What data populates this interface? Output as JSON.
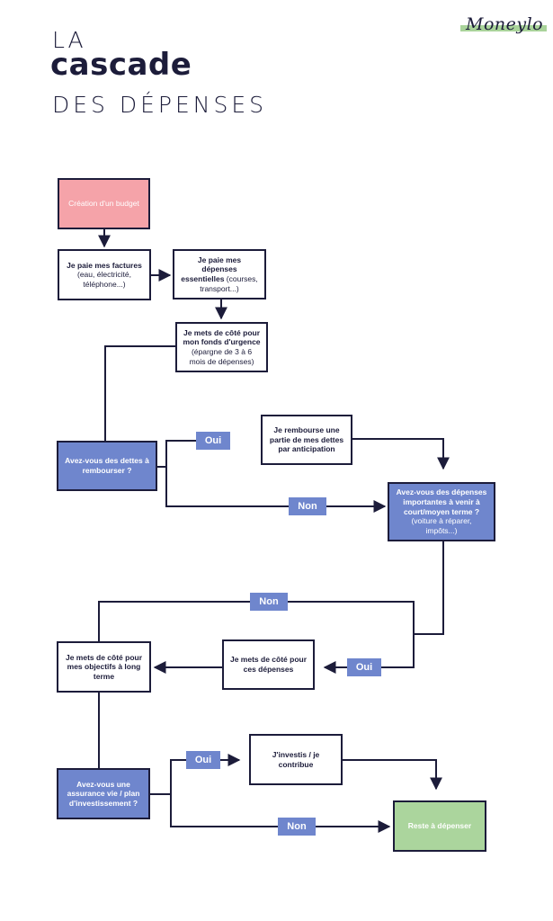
{
  "header": {
    "title_line1": "LA",
    "title_line2": "cascade",
    "title_line3": "DES DÉPENSES",
    "logo_text": "Moneylo"
  },
  "nodes": {
    "budget": "Création d'un budget",
    "factures_bold": "Je paie mes factures",
    "factures_rest": " (eau, électricité, téléphone...)",
    "essentielles_bold": "Je paie mes dépenses essentielles",
    "essentielles_rest": " (courses, transport...)",
    "urgence_bold": "Je mets de côté pour mon fonds d'urgence",
    "urgence_rest": " (épargne de 3 à 6 mois de dépenses)",
    "dettes_q": "Avez-vous des dettes à rembourser ?",
    "rembourse": "Je rembourse une partie de mes dettes par anticipation",
    "depenses_q_bold": "Avez-vous des dépenses importantes à venir à court/moyen terme ?",
    "depenses_q_rest": " (voiture à réparer, impôts...)",
    "cote_depenses": "Je mets de côté pour ces dépenses",
    "objectifs": "Je mets de côté pour mes objectifs à long terme",
    "assurance_q": "Avez-vous une assurance vie / plan d'investissement ?",
    "investis": "J'investis / je contribue",
    "reste": "Reste à dépenser"
  },
  "labels": {
    "oui_1": "Oui",
    "non_1": "Non",
    "non_2": "Non",
    "oui_2": "Oui",
    "oui_3": "Oui",
    "non_3": "Non"
  },
  "colors": {
    "line": "#1c1c3a",
    "pink": "#f5a3a9",
    "blue": "#6f86cd",
    "green": "#abd59d",
    "logo_bar": "#a9d39a"
  }
}
